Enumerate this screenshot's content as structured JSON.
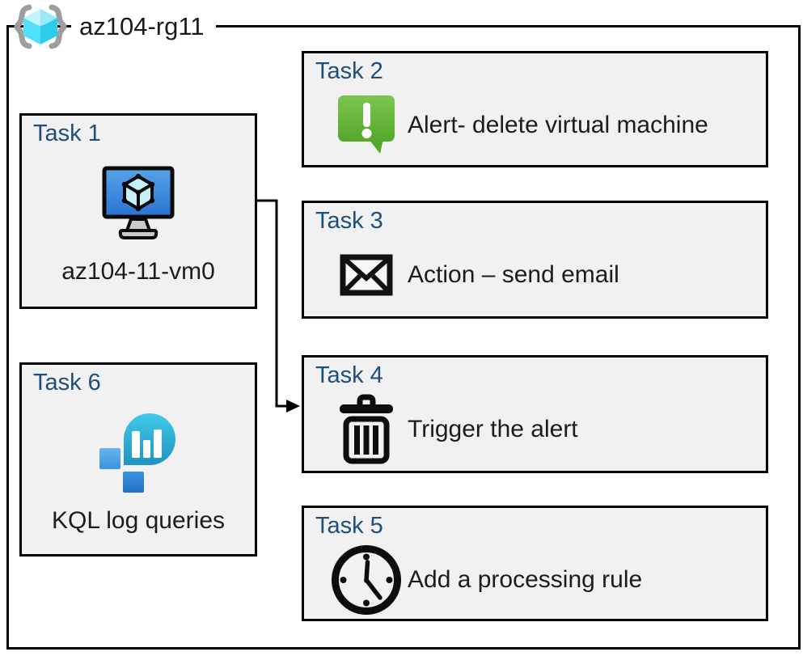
{
  "resource_group": {
    "name": "az104-rg11"
  },
  "tasks": [
    {
      "title": "Task 1",
      "label": "az104-11-vm0",
      "icon": "virtual-machine"
    },
    {
      "title": "Task 2",
      "label": "Alert- delete virtual machine",
      "icon": "alert-badge"
    },
    {
      "title": "Task 3",
      "label": "Action – send email",
      "icon": "email-envelope"
    },
    {
      "title": "Task 4",
      "label": "Trigger the alert",
      "icon": "trash-can"
    },
    {
      "title": "Task 5",
      "label": "Add a processing rule",
      "icon": "clock"
    },
    {
      "title": "Task 6",
      "label": "KQL log queries",
      "icon": "log-analytics"
    }
  ],
  "colors": {
    "task_title": "#1F4E79",
    "box_fill": "#F1F1F1",
    "border": "#000000",
    "alert_green_top": "#7CC551",
    "alert_green_bottom": "#54A82B",
    "vm_screen_top": "#55A4E9",
    "vm_screen_bottom": "#2B72D3",
    "rg_cube_cyan": "#50E6FF",
    "log_balloon_top": "#3FCBEA",
    "log_balloon_bottom": "#2193C1",
    "log_square_light": "#5FB0EB",
    "log_square_dark": "#2F89DA"
  }
}
